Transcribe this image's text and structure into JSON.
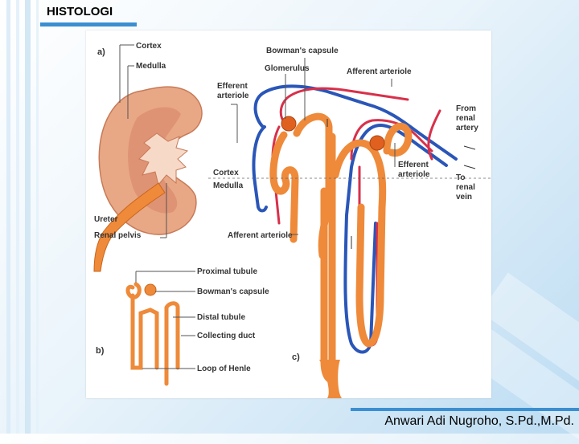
{
  "slide": {
    "title": "HISTOLOGI",
    "author": "Anwari Adi Nugroho, S.Pd.,M.Pd."
  },
  "diagram": {
    "panel_a": {
      "tag": "a)",
      "labels": {
        "cortex": "Cortex",
        "medulla": "Medulla",
        "ureter": "Ureter",
        "renal_pelvis": "Renal pelvis"
      }
    },
    "panel_b": {
      "tag": "b)",
      "labels": {
        "proximal_tubule": "Proximal tubule",
        "bowmans_capsule": "Bowman's capsule",
        "distal_tubule": "Distal tubule",
        "collecting_duct": "Collecting duct",
        "loop_of_henle": "Loop of Henle"
      }
    },
    "panel_c": {
      "tag": "c)",
      "labels": {
        "bowmans_capsule": "Bowman's capsule",
        "glomerulus": "Glomerulus",
        "efferent_arteriole_1": "Efferent",
        "efferent_arteriole_2": "arteriole",
        "afferent_arteriole_top": "Afferent arteriole",
        "from_renal_1": "From",
        "from_renal_2": "renal",
        "from_renal_3": "artery",
        "efferent_right_1": "Efferent",
        "efferent_right_2": "arteriole",
        "to_renal_1": "To",
        "to_renal_2": "renal",
        "to_renal_3": "vein",
        "cortex": "Cortex",
        "medulla": "Medulla",
        "afferent_arteriole_bottom": "Afferent arteriole"
      }
    },
    "colors": {
      "tubule": "#ee8a3a",
      "tubule_dark": "#c9651c",
      "kidney": "#e8a886",
      "kidney_inner": "#d9866a",
      "artery": "#d8304a",
      "vein": "#2a56b8",
      "label_line": "#555555"
    }
  }
}
